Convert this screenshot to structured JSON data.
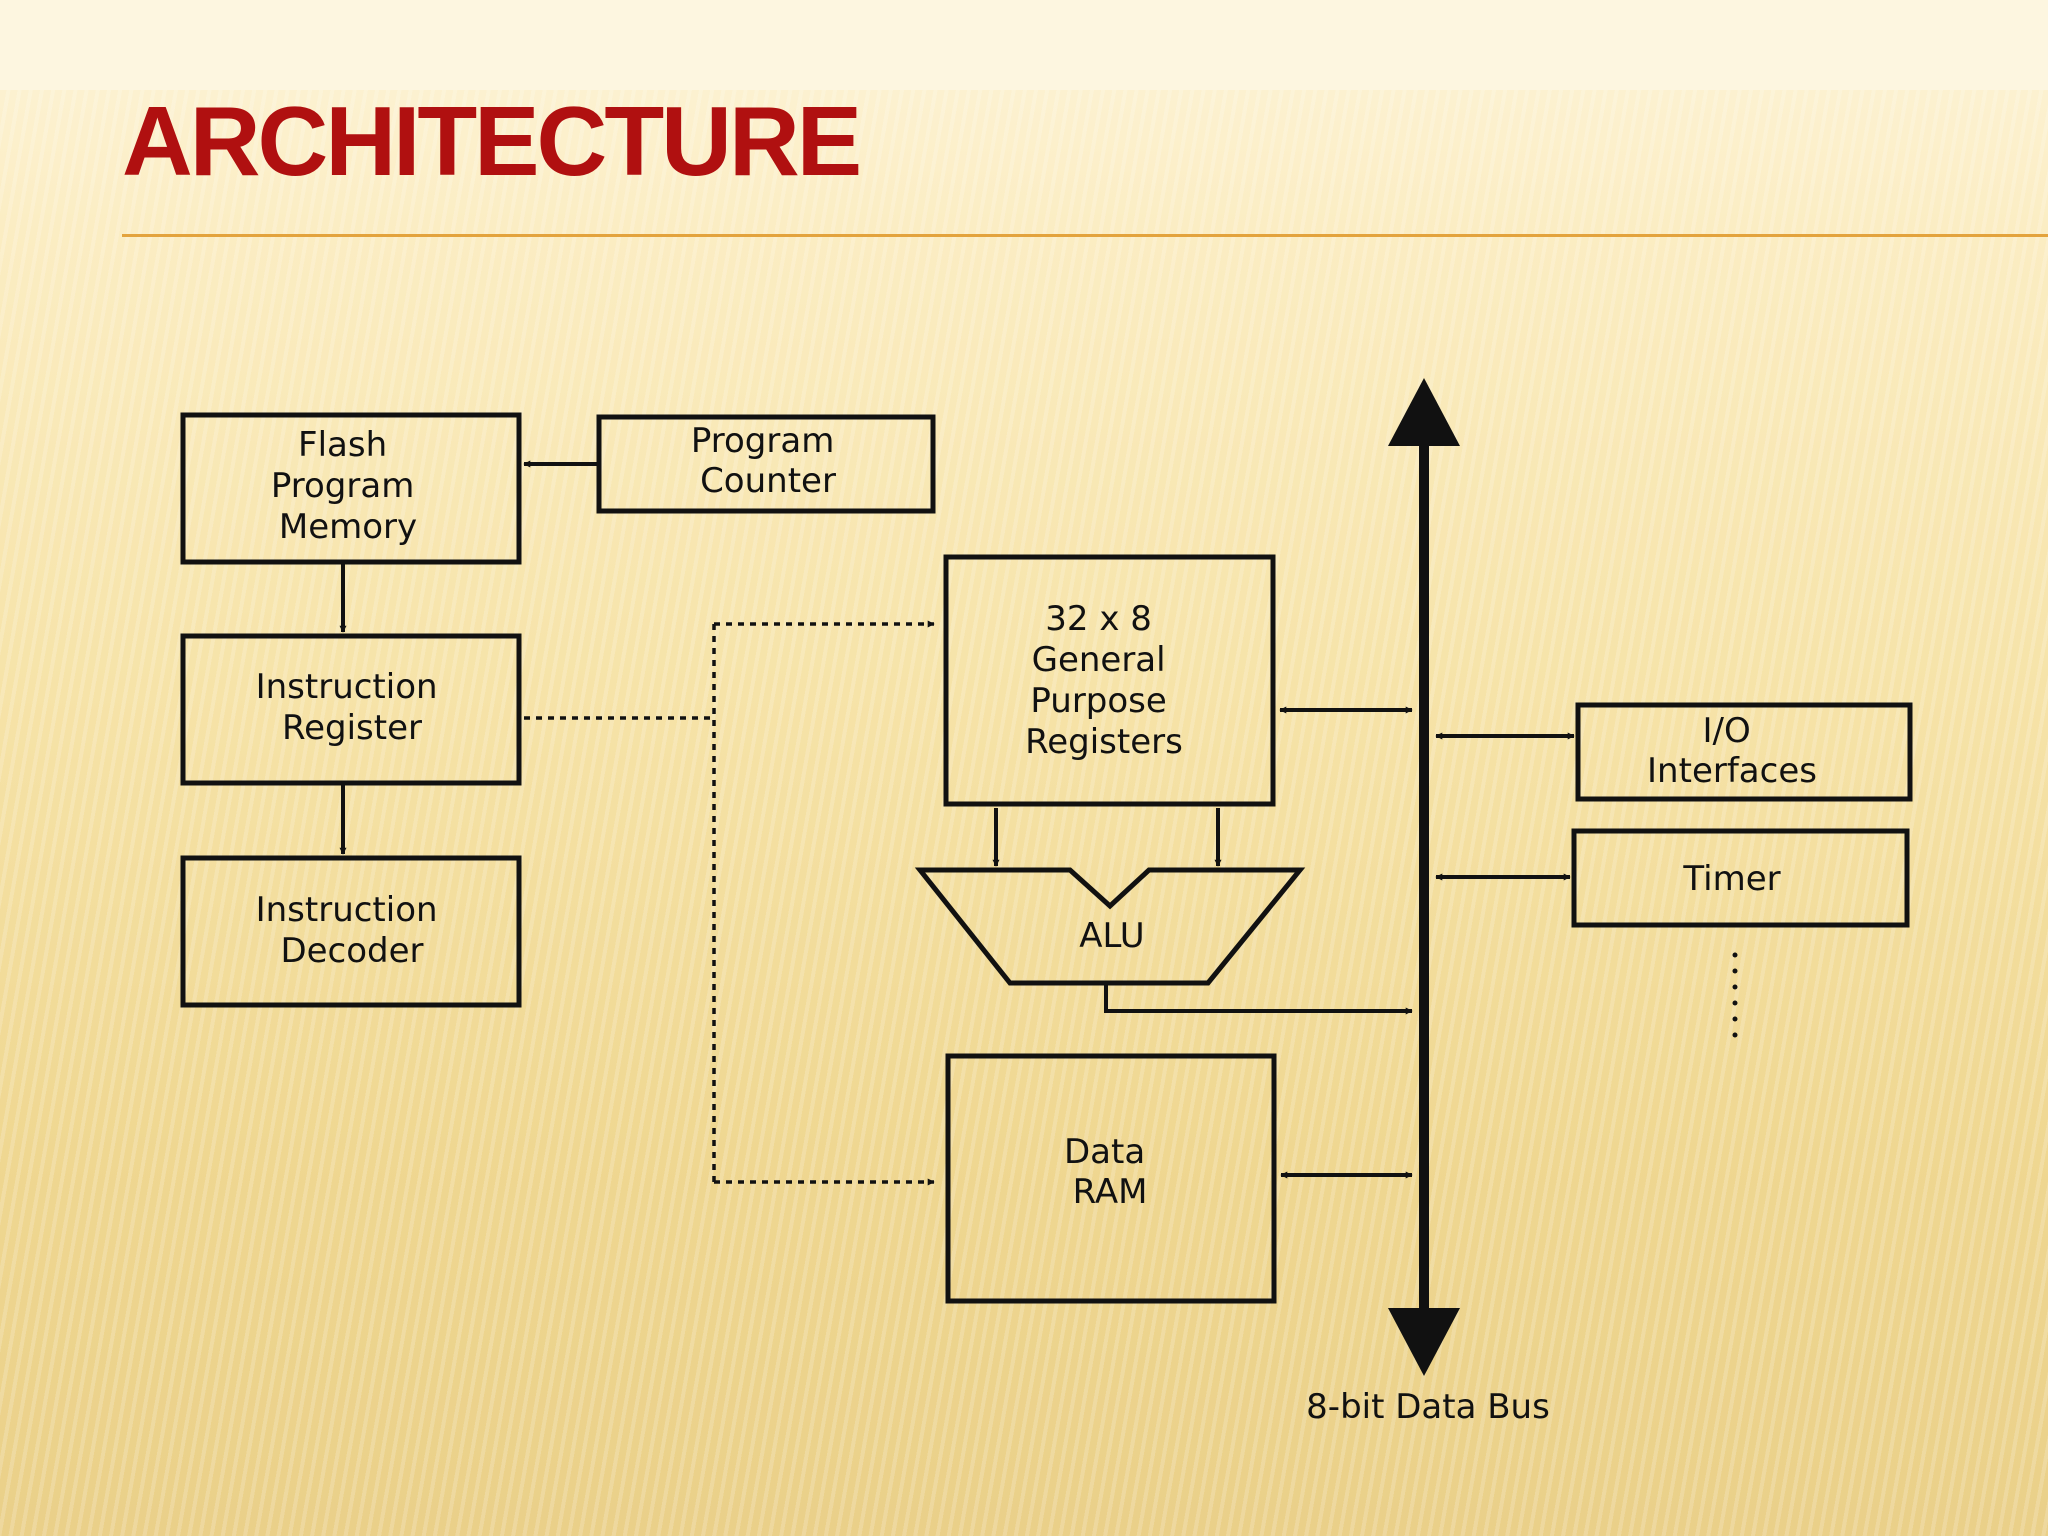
{
  "slide": {
    "title": "ARCHITECTURE"
  },
  "diagram": {
    "flash_memory": [
      "Flash",
      "Program",
      "Memory"
    ],
    "program_counter": [
      "Program",
      "Counter"
    ],
    "instruction_register": [
      "Instruction",
      "Register"
    ],
    "instruction_decoder": [
      "Instruction",
      "Decoder"
    ],
    "gp_registers": [
      "32 x 8",
      "General",
      "Purpose",
      "Registers"
    ],
    "alu": "ALU",
    "data_ram": [
      "Data",
      "RAM"
    ],
    "io_interfaces": [
      "I/O",
      "Interfaces"
    ],
    "timer": "Timer",
    "bus_label": "8-bit Data Bus"
  }
}
